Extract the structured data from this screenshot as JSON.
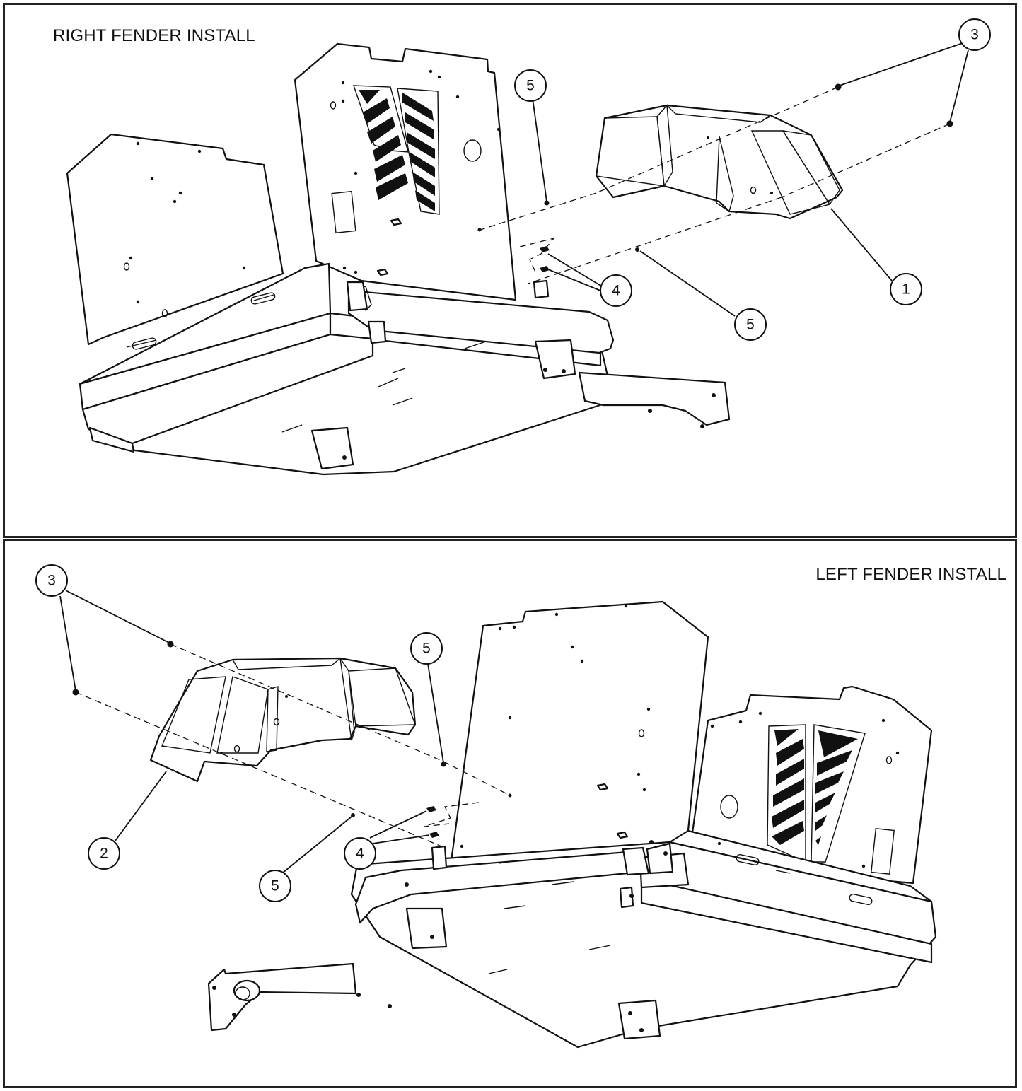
{
  "panels": {
    "top": {
      "title": "RIGHT FENDER INSTALL"
    },
    "bottom": {
      "title": "LEFT FENDER INSTALL"
    }
  },
  "callouts": {
    "top": [
      "3",
      "5",
      "4",
      "5",
      "1"
    ],
    "bottom": [
      "3",
      "5",
      "2",
      "4",
      "5"
    ]
  },
  "icons": [
    "fender-part-icon",
    "seat-frame-icon",
    "hardware-bolt-icon",
    "leader-line-icon"
  ],
  "colors": {
    "line": "#111111",
    "background": "#ffffff"
  }
}
